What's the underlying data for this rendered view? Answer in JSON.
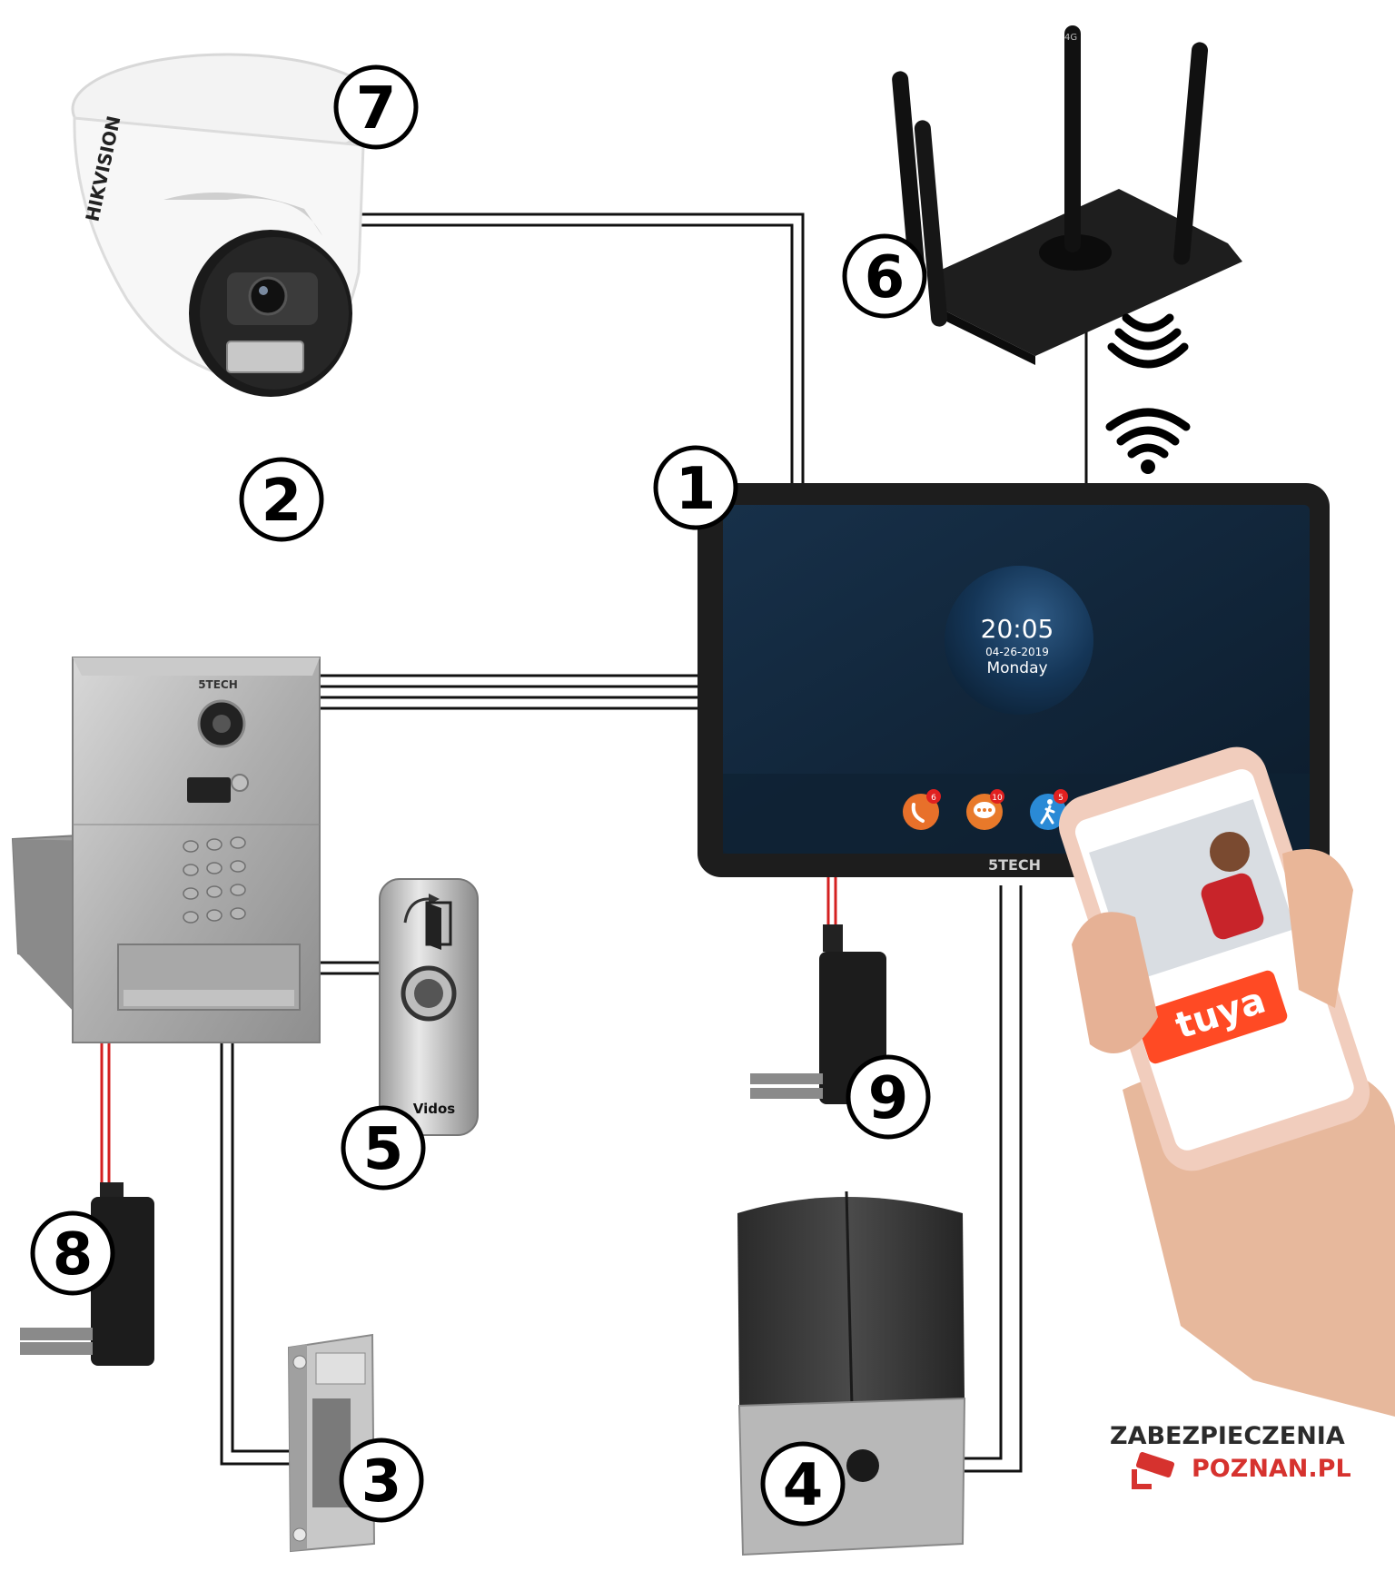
{
  "device_numbers": {
    "monitor": "1",
    "box_2": "2",
    "electric_strike": "3",
    "gate_motor": "4",
    "exit_button": "5",
    "router": "6",
    "camera": "7",
    "psu_left": "8",
    "psu_right": "9"
  },
  "monitor": {
    "brand": "5TECH",
    "clock": "20:05",
    "date": "04-26-2019",
    "day": "Monday",
    "badges": [
      "6",
      "10",
      "5"
    ]
  },
  "camera": {
    "brand": "HIKVISION"
  },
  "door_station": {
    "brand": "5TECH"
  },
  "exit_button": {
    "brand": "Vidos"
  },
  "router": {
    "antenna_label": "4G"
  },
  "phone": {
    "app_logo": "tuya"
  },
  "logo": {
    "line1": "ZABEZPIECZENIA",
    "line2": "POZNAN.PL"
  },
  "colors": {
    "wire": "#111111",
    "power_wire": "#d42020",
    "brand_red": "#d6322e",
    "tuya": "#ff4a24"
  }
}
